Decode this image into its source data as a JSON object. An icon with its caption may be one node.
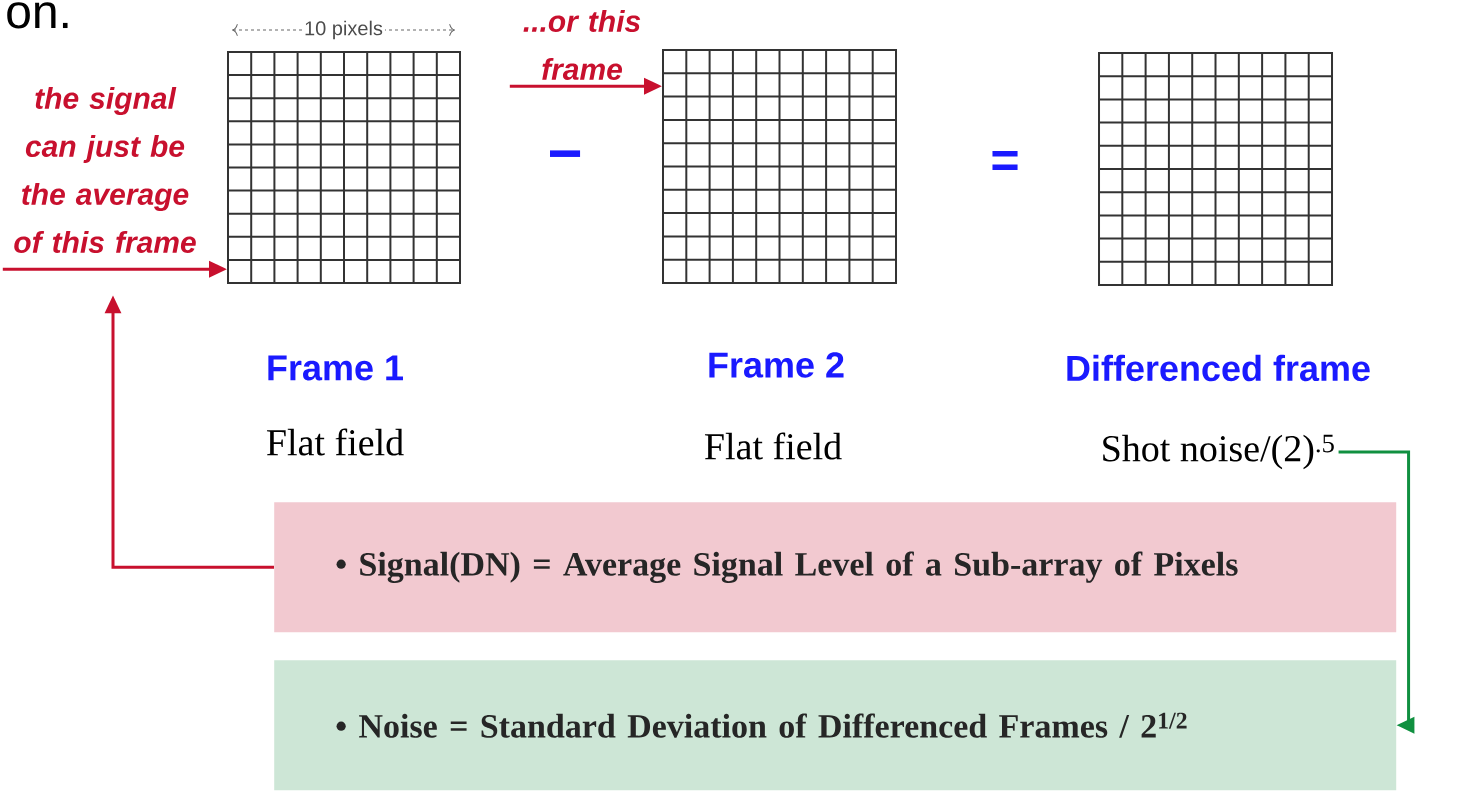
{
  "diagram": {
    "nodes": [
      {
        "text": [],
        "shape": "grid",
        "beside": [
          "Frame 1",
          "Flat field"
        ]
      },
      {
        "text": [],
        "shape": "grid",
        "beside": [
          "Frame 2",
          "Flat field"
        ]
      },
      {
        "text": [],
        "shape": "grid",
        "beside": [
          "Differenced frame"
        ]
      },
      {
        "text": [
          "the signal can just be the average of this frame"
        ]
      },
      {
        "text": [
          "...or this frame"
        ]
      },
      {
        "text": [
          "• Signal(DN) = Average Signal Level of a Sub-array of Pixels"
        ]
      },
      {
        "text": [
          "• Noise = Standard Deviation of Differenced Frames / 2$^{1/2}$"
        ]
      },
      {
        "text": [
          "Shot noise/(2)$^{.5}$"
        ]
      }
    ],
    "edges": [
      {
        "from": 3,
        "to": 0,
        "arrow": "to",
        "color": "#c8102e"
      },
      {
        "from": 4,
        "to": 1,
        "arrow": "to",
        "color": "#c8102e"
      },
      {
        "from": 5,
        "to": 3,
        "arrow": "to",
        "color": "#c8102e"
      },
      {
        "from": 7,
        "to": 6,
        "arrow": "to",
        "color": "#109040"
      }
    ],
    "labels": [
      "on.",
      "10 pixels",
      "−",
      "="
    ]
  }
}
